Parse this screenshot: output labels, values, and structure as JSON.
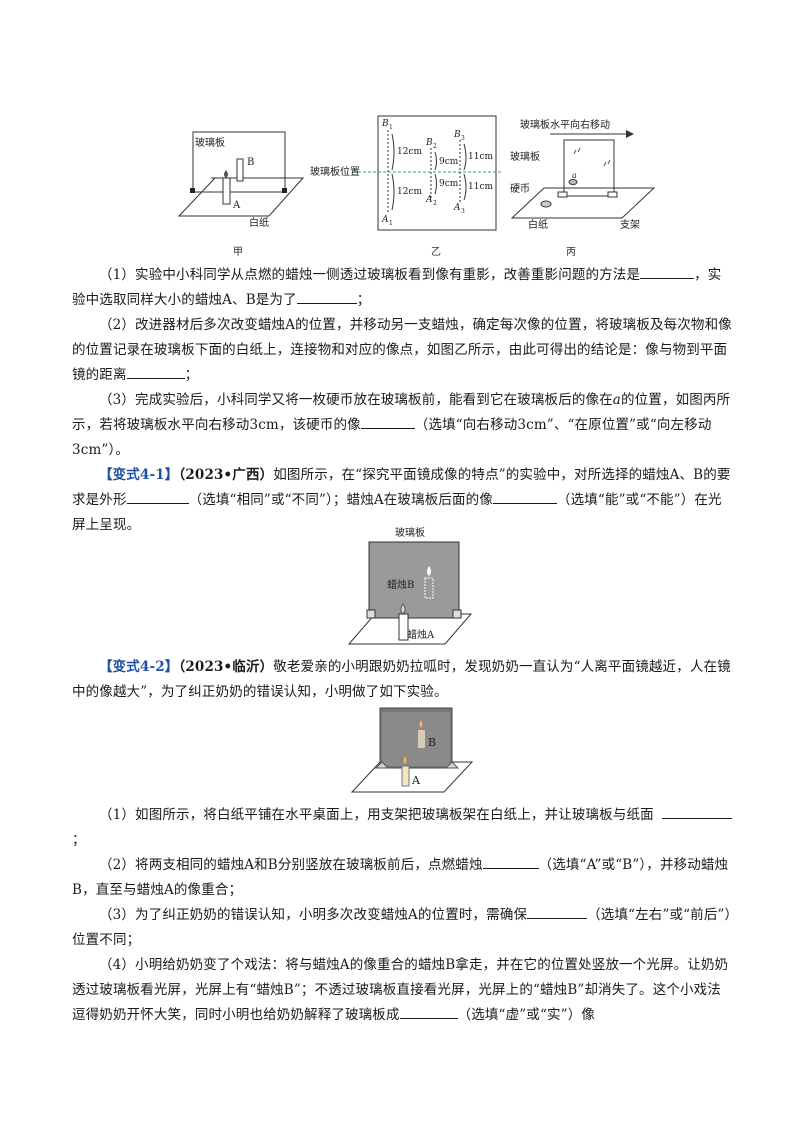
{
  "figures_top": {
    "jia": {
      "caption": "甲",
      "glass_label": "玻璃板",
      "candle_b": "B",
      "candle_a": "A",
      "paper_label": "白纸"
    },
    "yi": {
      "caption": "乙",
      "B1": "B",
      "B1_sub": "1",
      "B2": "B",
      "B2_sub": "2",
      "B3": "B",
      "B3_sub": "3",
      "A1": "A",
      "A1_sub": "1",
      "A2": "A",
      "A2_sub": "2",
      "A3": "A",
      "A3_sub": "3",
      "d1": "12cm",
      "d2": "9cm",
      "d3": "11cm",
      "d4": "12cm",
      "d5": "9cm",
      "d6": "11cm",
      "glass_pos_label": "玻璃板位置"
    },
    "bing": {
      "caption": "丙",
      "move_label": "玻璃板水平向右移动",
      "glass_label": "玻璃板",
      "coin_label": "硬币",
      "paper_label": "白纸",
      "stand_label": "支架",
      "a_label": "a"
    }
  },
  "q1": "（1）实验中小科同学从点燃的蜡烛一侧透过玻璃板看到像有重影，改善重影问题的方法是",
  "q1_b": "，实验中选取同样大小的蜡烛A、B是为了",
  "q1_end": "；",
  "q2": "（2）改进器材后多次改变蜡烛A的位置，并移动另一支蜡烛，确定每次像的位置，将玻璃板及每次物和像的位置记录在玻璃板下面的白纸上，连接物和对应的像点，如图乙所示，由此可得出的结论是：像与物到平面镜的距离",
  "q2_end": "；",
  "q3": "（3）完成实验后，小科同学又将一枚硬币放在玻璃板前，能看到它在玻璃板后的像在",
  "q3_a": "a",
  "q3_b": "的位置，如图丙所示，若将玻璃板水平向右移动3cm，该硬币的像",
  "q3_c": "（选填“向右移动3cm”、“在原位置”或“向左移动3cm”）。",
  "v1": {
    "tag": "【变式4-1】",
    "source": "（2023•广西）",
    "text_a": "如图所示，在“探究平面镜成像的特点”的实验中，对所选择的蜡烛A、B的要求是外形",
    "text_b": "（选填“相同”或“不同”）；蜡烛A在玻璃板后面的像",
    "text_c": "（选填“能”或“不能”）在光屏上呈现。",
    "fig_glass": "玻璃板",
    "fig_b": "蜡烛B",
    "fig_a": "蜡烛A"
  },
  "v2": {
    "tag": "【变式4-2】",
    "source": "（2023•临沂）",
    "text": "敬老爱亲的小明跟奶奶拉呱时，发现奶奶一直认为“人离平面镜越近，人在镜中的像越大”，为了纠正奶奶的错误认知，小明做了如下实验。",
    "fig_b": "B",
    "fig_a": "A",
    "s1": "（1）如图所示，将白纸平铺在水平桌面上，用支架把玻璃板架在白纸上，并让玻璃板与纸面",
    "s1_end": "；",
    "s2_a": "（2）将两支相同的蜡烛A和B分别竖放在玻璃板前后，点燃蜡烛",
    "s2_b": "（选填“A”或“B”），并移动蜡烛B，直至与蜡烛A的像重合；",
    "s3_a": "（3）为了纠正奶奶的错误认知，小明多次改变蜡烛A的位置时，需确保",
    "s3_b": "（选填“左右”或“前后”）位置不同；",
    "s4_a": "（4）小明给奶奶变了个戏法：将与蜡烛A的像重合的蜡烛B拿走，并在它的位置处竖放一个光屏。让奶奶透过玻璃板看光屏，光屏上有“蜡烛B”；不透过玻璃板直接看光屏，光屏上的“蜡烛B”却消失了。这个小戏法逗得奶奶开怀大笑，同时小明也给奶奶解释了玻璃板成",
    "s4_b": "（选填“虚”或“实”）像"
  }
}
